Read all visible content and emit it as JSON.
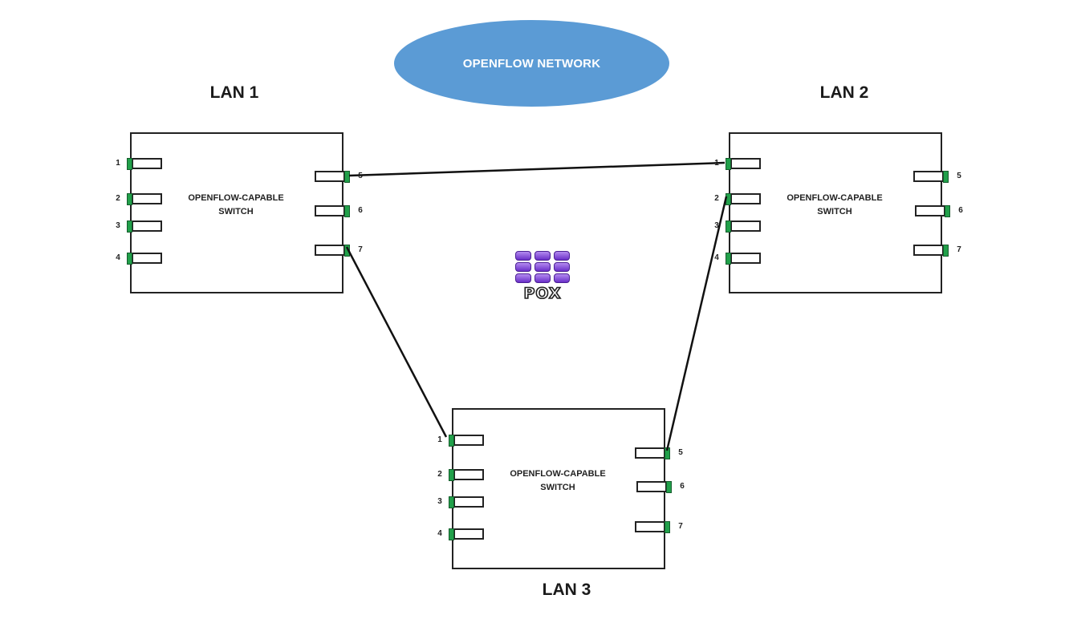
{
  "network": {
    "title": "OPENFLOW NETWORK"
  },
  "logo": {
    "name": "pox-icon",
    "text": "POX"
  },
  "colors": {
    "cloud": "#5b9bd5",
    "port_led": "#21a04a",
    "logo": "#7b3fe0"
  },
  "switches": [
    {
      "id": "lan1",
      "lan_label": "LAN 1",
      "name_line1": "OPENFLOW-CAPABLE",
      "name_line2": "SWITCH",
      "left_ports": [
        "1",
        "2",
        "3",
        "4"
      ],
      "right_ports": [
        "5",
        "6",
        "7"
      ]
    },
    {
      "id": "lan2",
      "lan_label": "LAN 2",
      "name_line1": "OPENFLOW-CAPABLE",
      "name_line2": "SWITCH",
      "left_ports": [
        "1",
        "2",
        "3",
        "4"
      ],
      "right_ports": [
        "5",
        "6",
        "7"
      ]
    },
    {
      "id": "lan3",
      "lan_label": "LAN 3",
      "name_line1": "OPENFLOW-CAPABLE",
      "name_line2": "SWITCH",
      "left_ports": [
        "1",
        "2",
        "3",
        "4"
      ],
      "right_ports": [
        "5",
        "6",
        "7"
      ]
    }
  ],
  "links": [
    {
      "from": "LAN 1 port 5",
      "to": "LAN 2 port 1"
    },
    {
      "from": "LAN 1 port 7",
      "to": "LAN 3 port 1"
    },
    {
      "from": "LAN 2 port 2",
      "to": "LAN 3 port 5"
    }
  ]
}
